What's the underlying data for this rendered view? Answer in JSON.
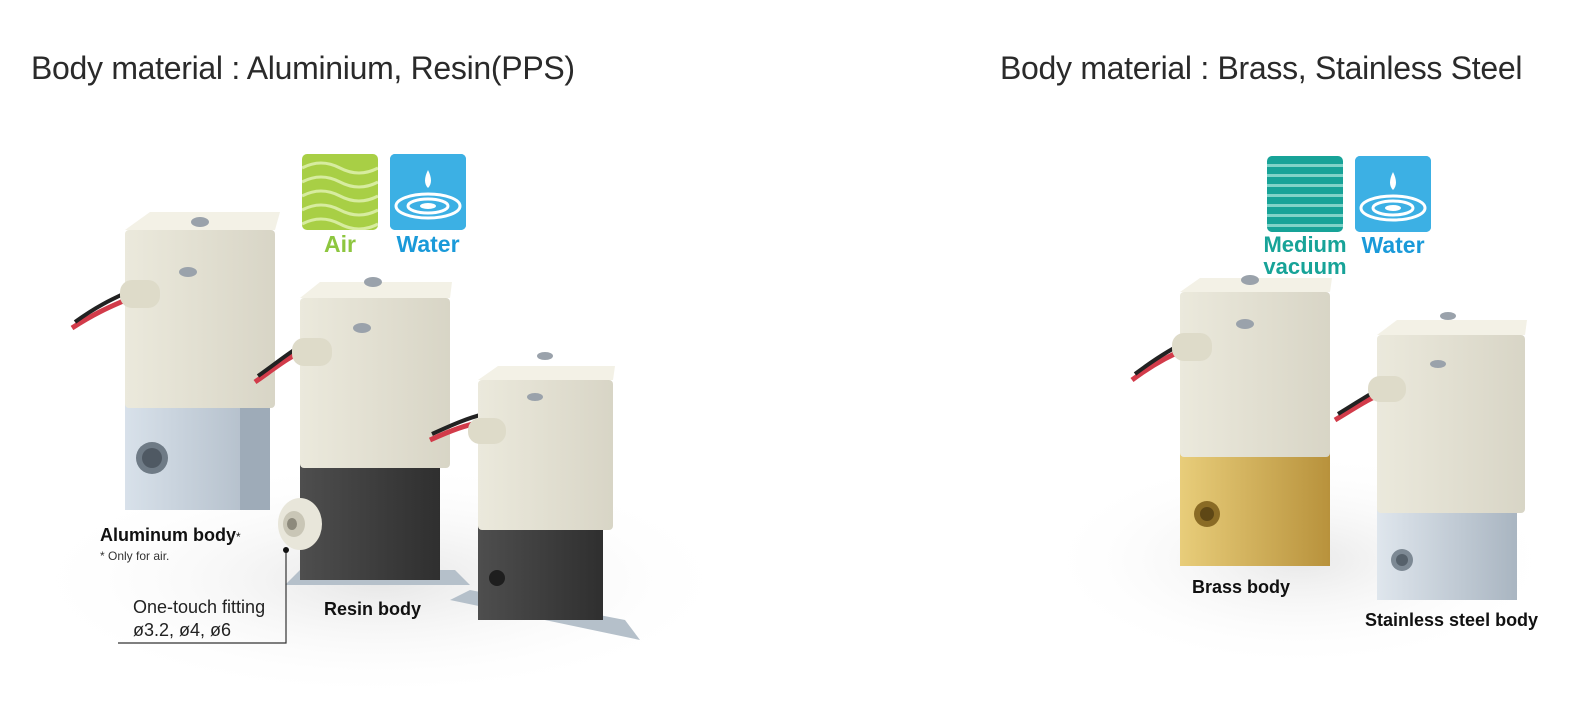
{
  "headings": {
    "left": "Body material : Aluminium, Resin(PPS)",
    "right": "Body material : Brass, Stainless Steel"
  },
  "left_panel": {
    "badges": [
      {
        "label": "Air",
        "icon": "air-icon",
        "color": "#8dc63f"
      },
      {
        "label": "Water",
        "icon": "water-icon",
        "color": "#1a9ad9"
      }
    ],
    "aluminum_label": "Aluminum body",
    "aluminum_star": "*",
    "aluminum_note": "* Only for air.",
    "fitting_line1": "One-touch fitting",
    "fitting_line2": "ø3.2, ø4, ø6",
    "resin_label": "Resin body"
  },
  "right_panel": {
    "badges": [
      {
        "label_line1": "Medium",
        "label_line2": "vacuum",
        "icon": "medium-vacuum-icon",
        "color": "#17a398"
      },
      {
        "label": "Water",
        "icon": "water-icon",
        "color": "#1a9ad9"
      }
    ],
    "brass_label": "Brass body",
    "stainless_label": "Stainless steel body"
  }
}
